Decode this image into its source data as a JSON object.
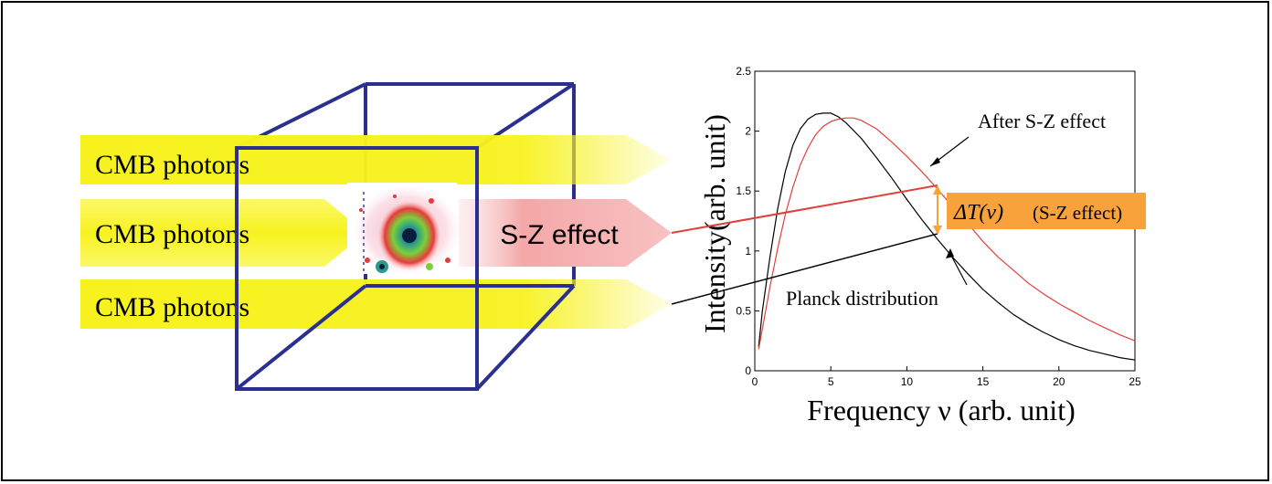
{
  "arrows": {
    "top_label": "CMB photons",
    "middle_label": "CMB photons",
    "bottom_label": "CMB photons",
    "sz_label": "S-Z effect"
  },
  "annotations": {
    "after_sz": "After S-Z effect",
    "planck": "Planck distribution",
    "delta_symbol": "ΔT(ν)",
    "delta_suffix": "(S-Z effect)"
  },
  "colors": {
    "arrow_yellow": "#f7f21e",
    "sz_pink": "#f4a7a7",
    "cube": "#2b2f8f",
    "planck_curve": "#000000",
    "sz_curve": "#e0403a",
    "delta_box": "#f7a23a"
  },
  "chart_data": {
    "type": "line",
    "xlabel": "Frequency  ν (arb. unit)",
    "ylabel": "Intensity(arb. unit)",
    "xlim": [
      0,
      25
    ],
    "ylim": [
      0,
      2.5
    ],
    "xticks": [
      "0",
      "5",
      "10",
      "15",
      "20",
      "25"
    ],
    "yticks": [
      "0",
      "0.5",
      "1",
      "1.5",
      "2",
      "2.5"
    ],
    "series": [
      {
        "name": "Planck distribution",
        "color": "#000000",
        "x": [
          0.25,
          0.5,
          1,
          1.5,
          2,
          2.5,
          3,
          3.5,
          4,
          4.5,
          5,
          5.5,
          6,
          7,
          8,
          9,
          10,
          11,
          12,
          13,
          14,
          15,
          16,
          17,
          18,
          19,
          20,
          21,
          22,
          23,
          24,
          25
        ],
        "y": [
          0.2,
          0.5,
          0.95,
          1.35,
          1.66,
          1.88,
          2.02,
          2.1,
          2.14,
          2.15,
          2.15,
          2.12,
          2.07,
          1.94,
          1.78,
          1.61,
          1.43,
          1.26,
          1.1,
          0.95,
          0.81,
          0.68,
          0.57,
          0.47,
          0.39,
          0.32,
          0.26,
          0.21,
          0.17,
          0.14,
          0.11,
          0.09
        ]
      },
      {
        "name": "After S-Z effect",
        "color": "#e0403a",
        "x": [
          0.25,
          0.5,
          1,
          1.5,
          2,
          2.5,
          3,
          3.5,
          4,
          4.5,
          5,
          5.5,
          6,
          6.5,
          7,
          8,
          9,
          10,
          11,
          12,
          13,
          14,
          15,
          16,
          17,
          18,
          19,
          20,
          21,
          22,
          23,
          24,
          25
        ],
        "y": [
          0.18,
          0.35,
          0.7,
          1.02,
          1.3,
          1.53,
          1.72,
          1.86,
          1.97,
          2.04,
          2.08,
          2.1,
          2.11,
          2.11,
          2.09,
          2.02,
          1.91,
          1.79,
          1.66,
          1.52,
          1.37,
          1.23,
          1.08,
          0.95,
          0.84,
          0.73,
          0.64,
          0.56,
          0.49,
          0.42,
          0.36,
          0.3,
          0.25
        ]
      }
    ],
    "grid": false,
    "legend": "none"
  }
}
